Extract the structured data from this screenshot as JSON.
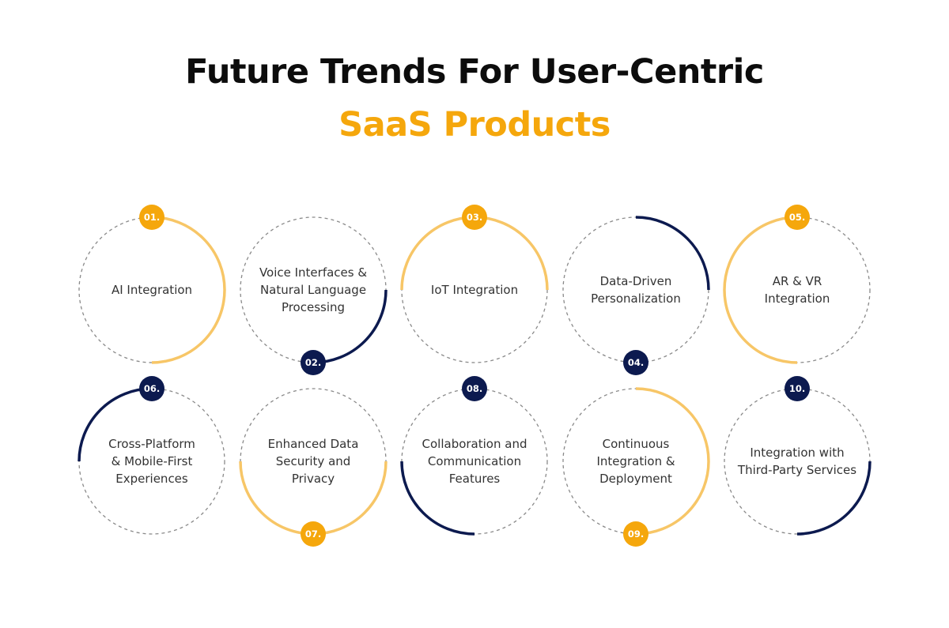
{
  "title": {
    "line1": "Future Trends For User-Centric",
    "line2": "SaaS Products"
  },
  "colors": {
    "yellow": "#f5a70c",
    "arc_yellow": "#f7c667",
    "navy": "#0c1a4f",
    "dash": "#8a8a8a",
    "text": "#333333"
  },
  "trends": [
    {
      "num": "01.",
      "lines": [
        "AI Integration"
      ],
      "arc_color": "yellow",
      "badge": "top",
      "arc": "right-half"
    },
    {
      "num": "02.",
      "lines": [
        "Voice Interfaces &",
        "Natural Language",
        "Processing"
      ],
      "arc_color": "navy",
      "badge": "bottom",
      "arc": "bottom-right-quarter"
    },
    {
      "num": "03.",
      "lines": [
        "IoT Integration"
      ],
      "arc_color": "yellow",
      "badge": "top",
      "arc": "top-half"
    },
    {
      "num": "04.",
      "lines": [
        "Data-Driven",
        "Personalization"
      ],
      "arc_color": "navy",
      "badge": "bottom",
      "arc": "top-right-quarter"
    },
    {
      "num": "05.",
      "lines": [
        "AR & VR",
        "Integration"
      ],
      "arc_color": "yellow",
      "badge": "top",
      "arc": "left-half"
    },
    {
      "num": "06.",
      "lines": [
        "Cross-Platform",
        "& Mobile-First",
        "Experiences"
      ],
      "arc_color": "navy",
      "badge": "top",
      "arc": "top-left-quarter"
    },
    {
      "num": "07.",
      "lines": [
        "Enhanced Data",
        "Security and",
        "Privacy"
      ],
      "arc_color": "yellow",
      "badge": "bottom",
      "arc": "bottom-half"
    },
    {
      "num": "08.",
      "lines": [
        "Collaboration and",
        "Communication",
        "Features"
      ],
      "arc_color": "navy",
      "badge": "top",
      "arc": "bottom-left-quarter"
    },
    {
      "num": "09.",
      "lines": [
        "Continuous",
        "Integration &",
        "Deployment"
      ],
      "arc_color": "yellow",
      "badge": "bottom",
      "arc": "right-half"
    },
    {
      "num": "10.",
      "lines": [
        "Integration with",
        "Third-Party Services"
      ],
      "arc_color": "navy",
      "badge": "top",
      "arc": "bottom-right-quarter"
    }
  ]
}
